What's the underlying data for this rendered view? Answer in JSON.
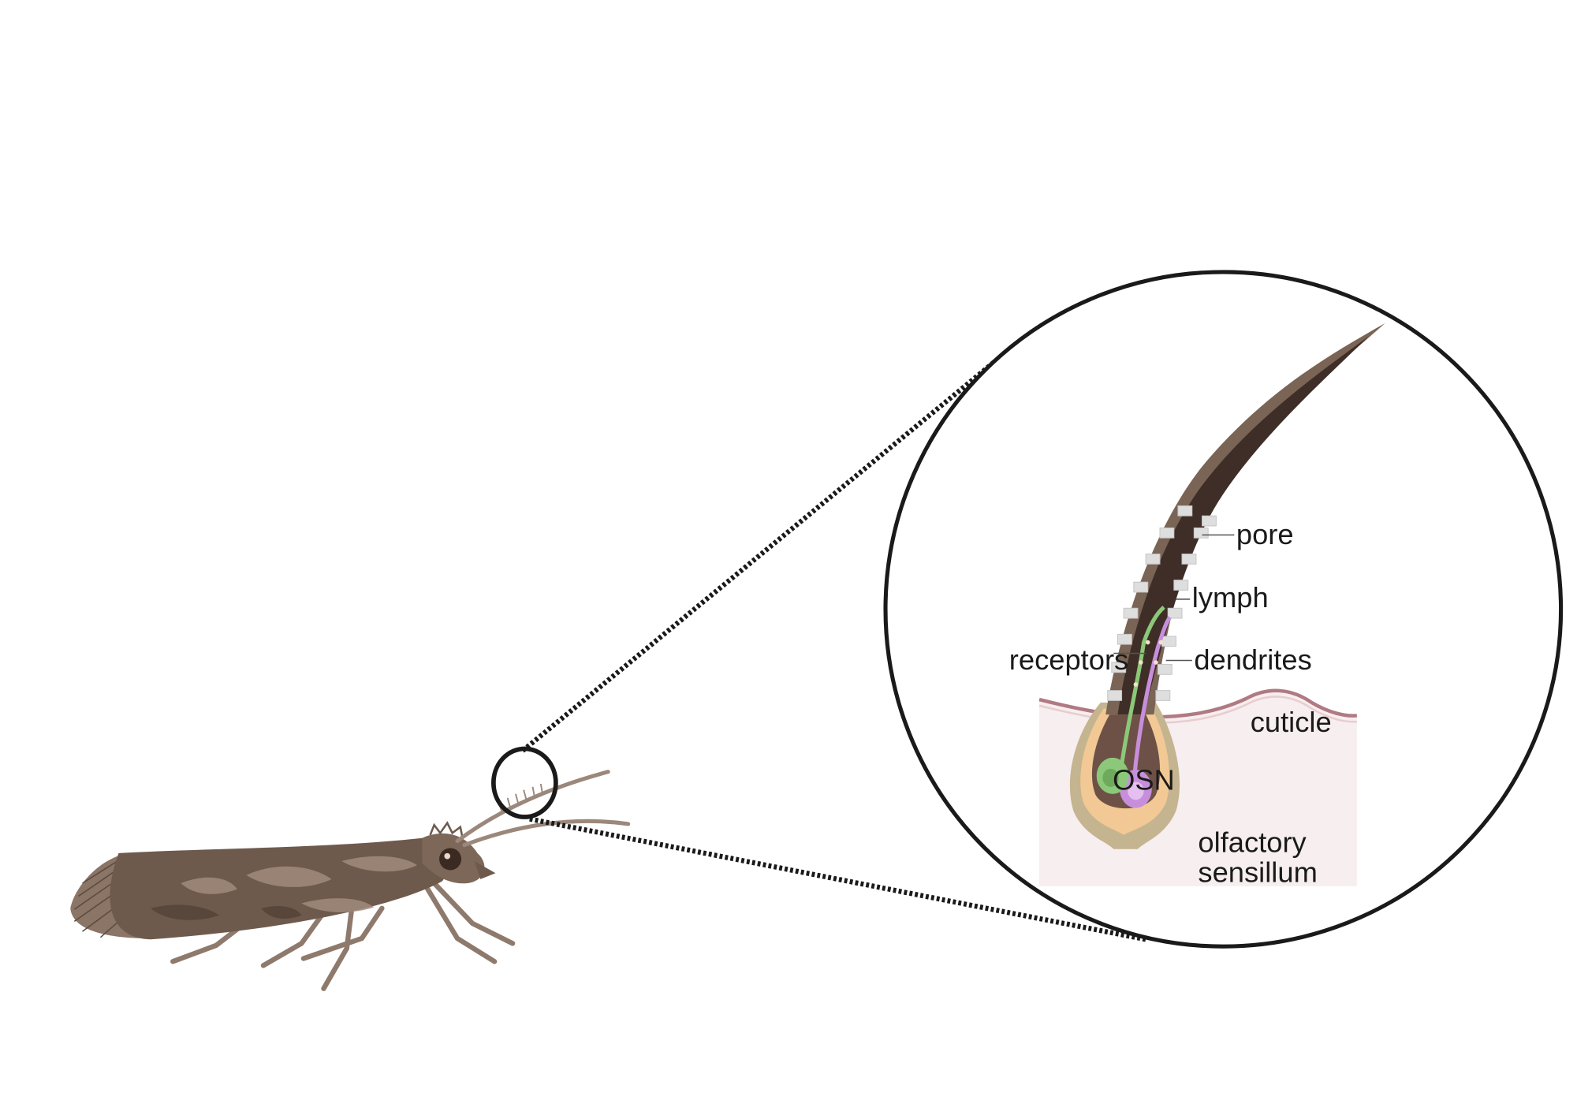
{
  "labels": {
    "pore": "pore",
    "lymph": "lymph",
    "receptors": "receptors",
    "dendrites": "dendrites",
    "cuticle": "cuticle",
    "osn": "OSN",
    "olfactory_line1": "olfactory",
    "olfactory_line2": "sensillum"
  },
  "colors": {
    "background": "#ffffff",
    "moth_body": "#6e5a4d",
    "moth_dark": "#4f3e33",
    "moth_light": "#a8968a",
    "hair_outer": "#7a6455",
    "hair_inner": "#3e2e27",
    "pore": "#dedede",
    "socket_outer": "#c4b48f",
    "socket_tan": "#f2c894",
    "lymph_core": "#7a5f55",
    "osn_green": "#8cc879",
    "dendrite_purple": "#c78fdb",
    "tissue": "#f7eeef",
    "cuticle_line": "#b07a82",
    "outline": "#1a1a1a"
  }
}
